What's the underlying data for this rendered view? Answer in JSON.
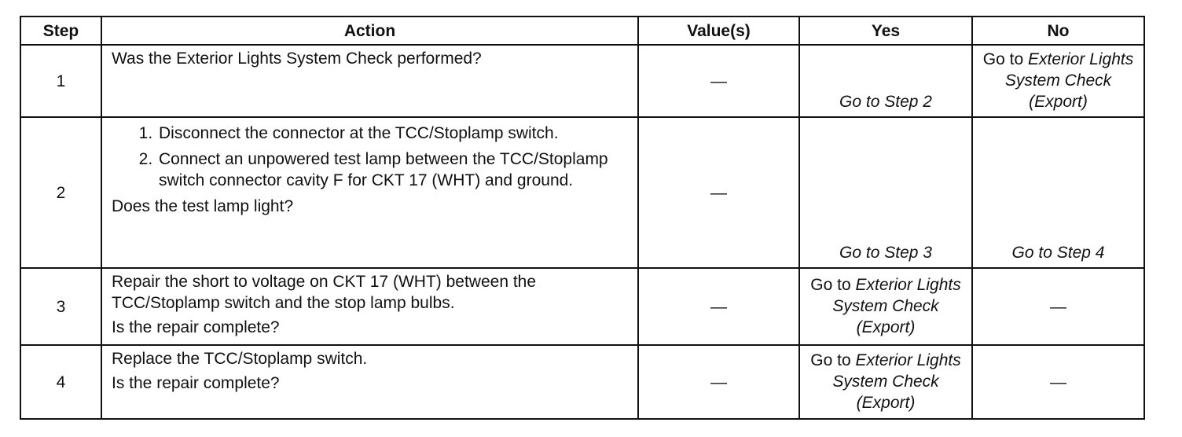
{
  "headers": {
    "step": "Step",
    "action": "Action",
    "values": "Value(s)",
    "yes": "Yes",
    "no": "No"
  },
  "rows": [
    {
      "step": "1",
      "action_lines": [
        "Was the Exterior Lights System Check performed?"
      ],
      "value": "—",
      "yes": {
        "prefix": "",
        "italic": "Go to Step 2"
      },
      "no": {
        "prefix": "Go to ",
        "italic": "Exterior Lights System Check (Export)"
      }
    },
    {
      "step": "2",
      "action_steps": [
        "Disconnect the connector at the TCC/Stoplamp switch.",
        "Connect an unpowered test lamp between the TCC/Stoplamp switch connector cavity F for CKT 17 (WHT) and ground."
      ],
      "question": "Does the test lamp light?",
      "value": "—",
      "yes": {
        "prefix": "",
        "italic": "Go to Step 3"
      },
      "no": {
        "prefix": "",
        "italic": "Go to Step 4"
      }
    },
    {
      "step": "3",
      "action_text": "Repair the short to voltage on CKT 17 (WHT) between the TCC/Stoplamp switch and the stop lamp bulbs.",
      "question": "Is the repair complete?",
      "value": "—",
      "yes": {
        "prefix": "Go to ",
        "italic": "Exterior Lights System Check (Export)"
      },
      "no": "—"
    },
    {
      "step": "4",
      "action_text": "Replace the TCC/Stoplamp switch.",
      "question": "Is the repair complete?",
      "value": "—",
      "yes": {
        "prefix": "Go to ",
        "italic": "Exterior Lights System Check (Export)"
      },
      "no": "—"
    }
  ]
}
